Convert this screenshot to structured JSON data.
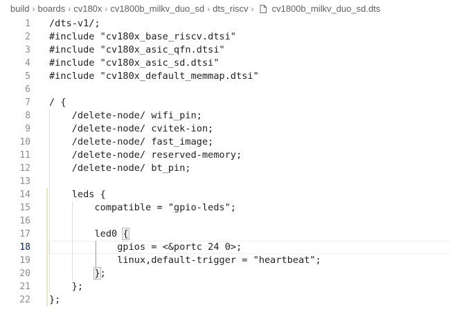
{
  "breadcrumb": {
    "items": [
      "build",
      "boards",
      "cv180x",
      "cv1800b_milkv_duo_sd",
      "dts_riscv"
    ],
    "file": "cv1800b_milkv_duo_sd.dts",
    "separator": "›"
  },
  "editor": {
    "active_line": 18,
    "lines": [
      {
        "n": "1",
        "text": "/dts-v1/;"
      },
      {
        "n": "2",
        "text": "#include \"cv180x_base_riscv.dtsi\""
      },
      {
        "n": "3",
        "text": "#include \"cv180x_asic_qfn.dtsi\""
      },
      {
        "n": "4",
        "text": "#include \"cv180x_asic_sd.dtsi\""
      },
      {
        "n": "5",
        "text": "#include \"cv180x_default_memmap.dtsi\""
      },
      {
        "n": "6",
        "text": ""
      },
      {
        "n": "7",
        "text": "/ {"
      },
      {
        "n": "8",
        "text": "    /delete-node/ wifi_pin;"
      },
      {
        "n": "9",
        "text": "    /delete-node/ cvitek-ion;"
      },
      {
        "n": "10",
        "text": "    /delete-node/ fast_image;"
      },
      {
        "n": "11",
        "text": "    /delete-node/ reserved-memory;"
      },
      {
        "n": "12",
        "text": "    /delete-node/ bt_pin;"
      },
      {
        "n": "13",
        "text": ""
      },
      {
        "n": "14",
        "text": "    leds {"
      },
      {
        "n": "15",
        "text": "        compatible = \"gpio-leds\";"
      },
      {
        "n": "16",
        "text": ""
      },
      {
        "n": "17",
        "text": "        led0 {"
      },
      {
        "n": "18",
        "text": "            gpios = <&portc 24 0>;"
      },
      {
        "n": "19",
        "text": "            linux,default-trigger = \"heartbeat\";"
      },
      {
        "n": "20",
        "text": "        };"
      },
      {
        "n": "21",
        "text": "    };"
      },
      {
        "n": "22",
        "text": "};"
      }
    ]
  },
  "colors": {
    "text": "#1f1f1f",
    "line_number": "#8c8c8c",
    "active_line_number": "#0b216f",
    "indent_guide": "#dddddd",
    "bracket_guide": "#9a9a9a"
  },
  "icons": {
    "file": "file-icon",
    "separator": "chevron-right-icon"
  }
}
